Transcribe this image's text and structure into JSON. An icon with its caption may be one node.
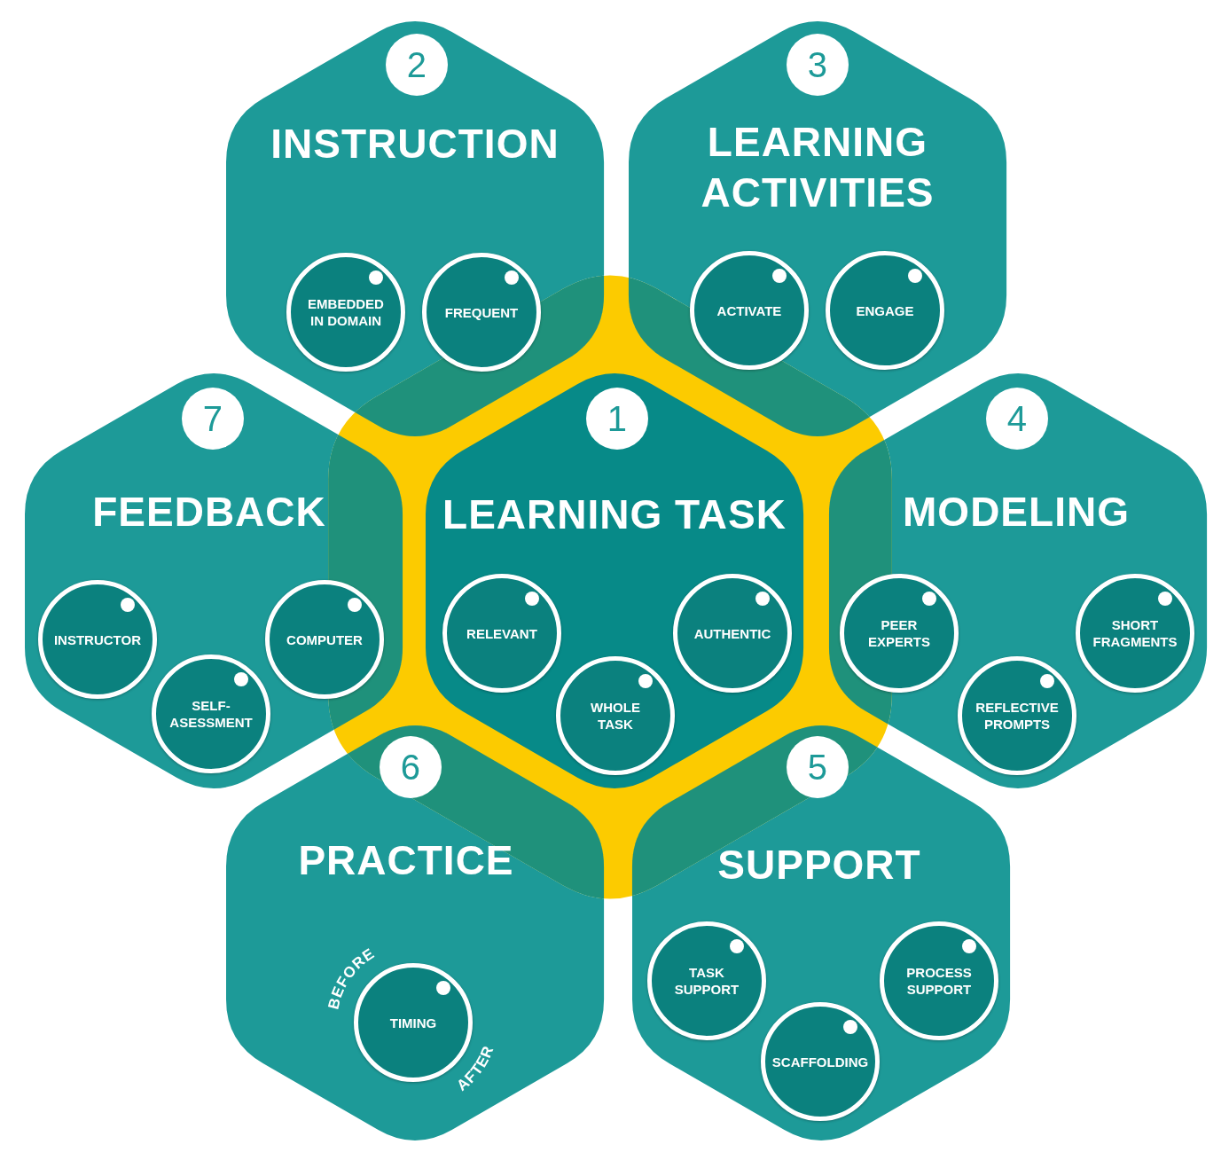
{
  "diagram": {
    "nodes": [
      {
        "text": [
          "INSTRUCTION"
        ]
      },
      {
        "text": [
          "2"
        ],
        "in": 0
      },
      {
        "text": [
          "EMBEDDED IN DOMAIN"
        ],
        "in": 0
      },
      {
        "text": [
          "FREQUENT"
        ],
        "in": 0
      },
      {
        "text": [
          "LEARNING ACTIVITIES"
        ]
      },
      {
        "text": [
          "3"
        ],
        "in": 4
      },
      {
        "text": [
          "ACTIVATE"
        ],
        "in": 4
      },
      {
        "text": [
          "ENGAGE"
        ],
        "in": 4
      },
      {
        "text": [
          "FEEDBACK"
        ]
      },
      {
        "text": [
          "7"
        ],
        "in": 8
      },
      {
        "text": [
          "INSTRUCTOR"
        ],
        "in": 8
      },
      {
        "text": [
          "COMPUTER"
        ],
        "in": 8
      },
      {
        "text": [
          "SELF-ASESSMENT"
        ],
        "in": 8
      },
      {
        "text": [
          "LEARNING TASK"
        ]
      },
      {
        "text": [
          "1"
        ],
        "in": 13
      },
      {
        "text": [
          "RELEVANT"
        ],
        "in": 13
      },
      {
        "text": [
          "AUTHENTIC"
        ],
        "in": 13
      },
      {
        "text": [
          "WHOLE TASK"
        ],
        "in": 13
      },
      {
        "text": [
          "MODELING"
        ]
      },
      {
        "text": [
          "4"
        ],
        "in": 18
      },
      {
        "text": [
          "PEER EXPERTS"
        ],
        "in": 18
      },
      {
        "text": [
          "SHORT FRAGMENTS"
        ],
        "in": 18
      },
      {
        "text": [
          "REFLECTIVE PROMPTS"
        ],
        "in": 18
      },
      {
        "text": [
          "PRACTICE"
        ]
      },
      {
        "text": [
          "6"
        ],
        "in": 23
      },
      {
        "text": [
          "TIMING"
        ],
        "in": 23,
        "beside": [
          "BEFORE",
          "AFTER"
        ]
      },
      {
        "text": [
          "SUPPORT"
        ]
      },
      {
        "text": [
          "5"
        ],
        "in": 26
      },
      {
        "text": [
          "TASK SUPPORT"
        ],
        "in": 26
      },
      {
        "text": [
          "PROCESS SUPPORT"
        ],
        "in": 26
      },
      {
        "text": [
          "SCAFFOLDING"
        ],
        "in": 26
      }
    ]
  }
}
